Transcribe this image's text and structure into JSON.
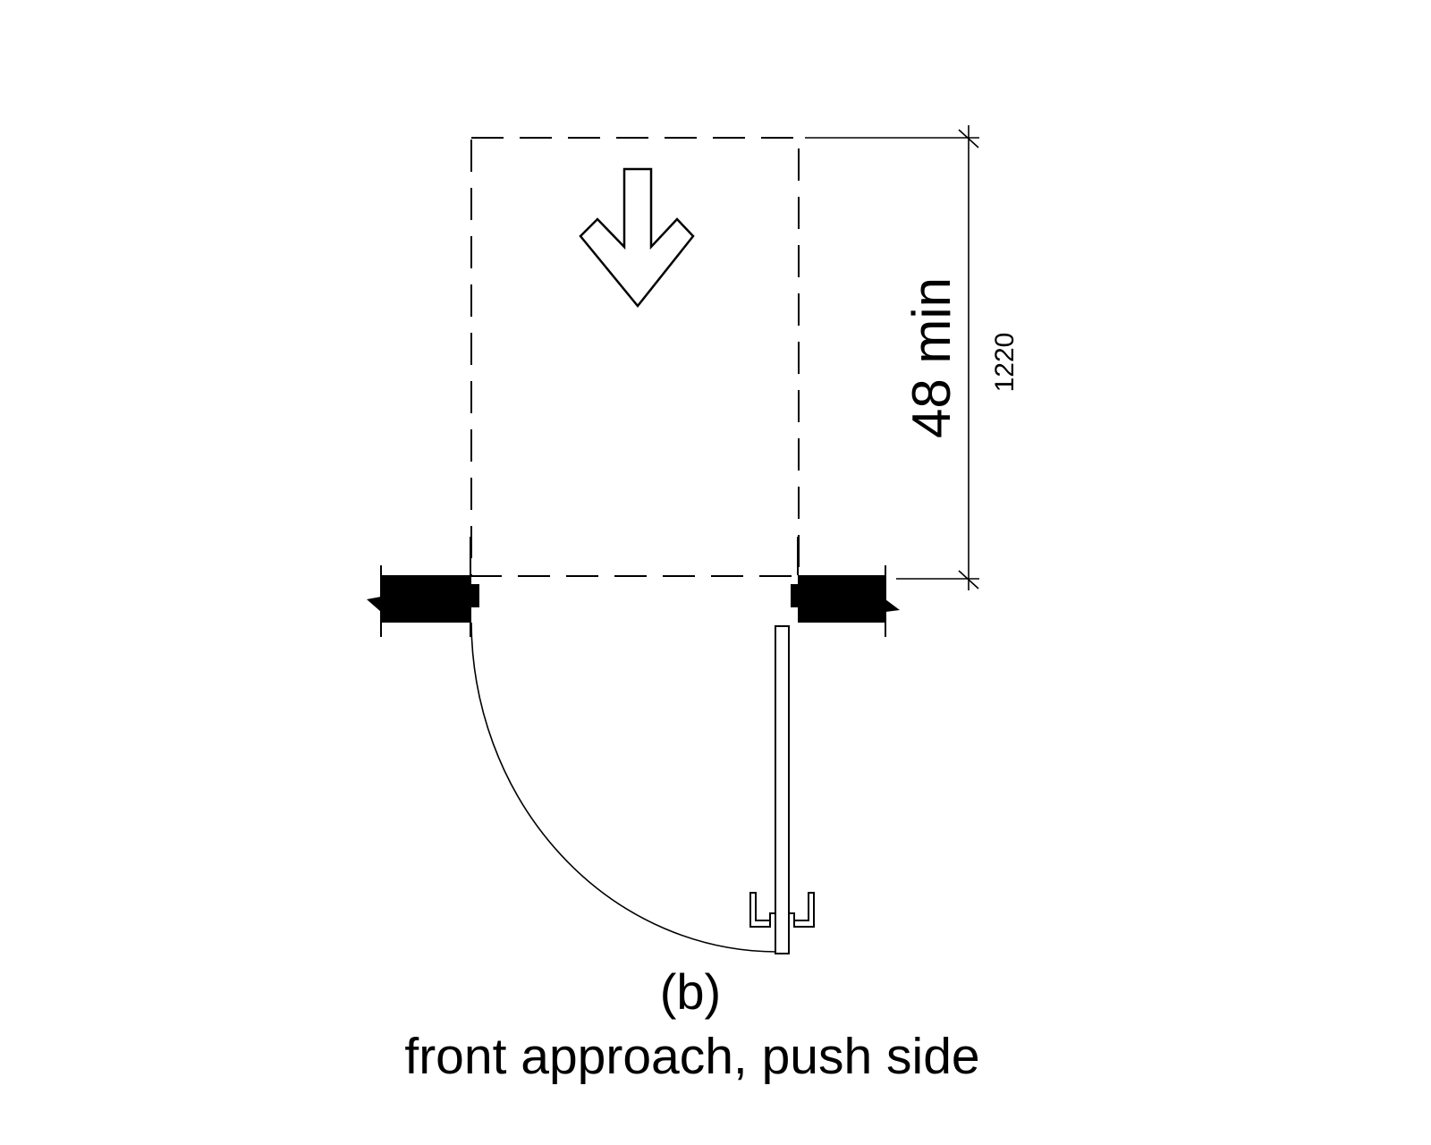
{
  "figure": {
    "label": "(b)",
    "caption": "front approach, push side"
  },
  "dimension": {
    "primary": "48 min",
    "secondary": "1220"
  },
  "colors": {
    "ink": "#000000",
    "background": "#ffffff"
  }
}
